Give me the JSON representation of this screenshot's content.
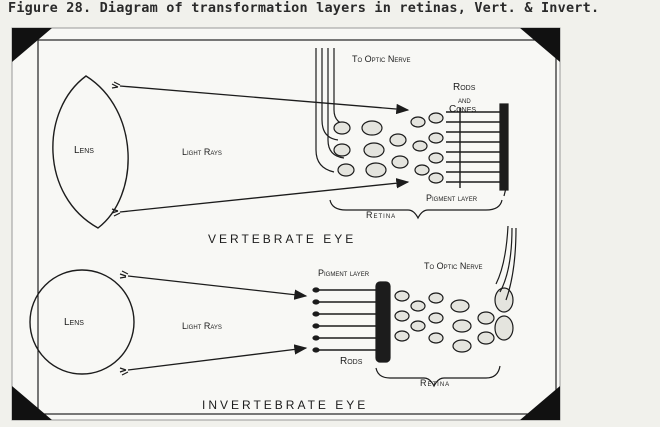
{
  "caption": "Figure 28. Diagram of transformation layers in retinas, Vert. & Invert.",
  "vertebrate": {
    "title": "VERTEBRATE EYE",
    "lens": "Lens",
    "light_rays": "Light Rays",
    "optic_nerve": "To Optic Nerve",
    "rods_cones": [
      "Rods",
      "and",
      "Cones"
    ],
    "pigment_layer": "Pigment layer",
    "retina": "Retina"
  },
  "invertebrate": {
    "title": "INVERTEBRATE EYE",
    "lens": "Lens",
    "light_rays": "Light Rays",
    "optic_nerve": "To Optic Nerve",
    "pigment_layer": "Pigment layer",
    "rods": "Rods",
    "retina": "Retina"
  },
  "colors": {
    "ink": "#1c1c1c",
    "paper": "#f1f1ec",
    "mount": "#f8f8f5",
    "corner": "#111111"
  }
}
